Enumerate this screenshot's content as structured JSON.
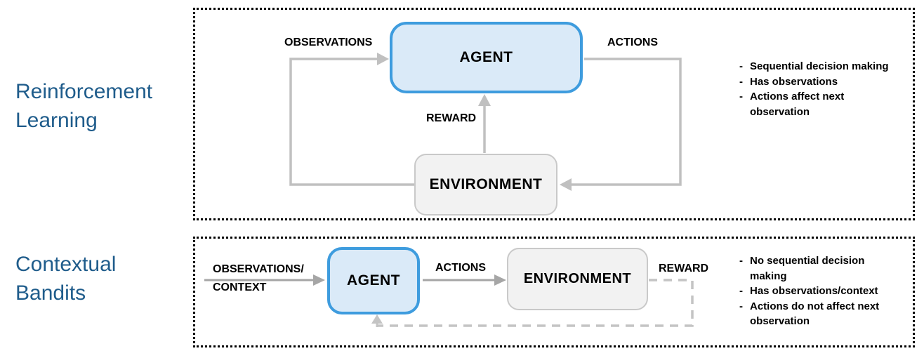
{
  "bullet_marker": "-",
  "rl_section": {
    "title_lines": [
      "Reinforcement",
      "Learning"
    ],
    "diagram": {
      "agent_label": "AGENT",
      "environment_label": "ENVIRONMENT",
      "observations_label": "OBSERVATIONS",
      "actions_label": "ACTIONS",
      "reward_label": "REWARD"
    },
    "notes": [
      "Sequential decision making",
      "Has observations",
      "Actions affect next observation"
    ]
  },
  "cb_section": {
    "title_lines": [
      "Contextual",
      "Bandits"
    ],
    "diagram": {
      "observations_label_lines": [
        "OBSERVATIONS/",
        "CONTEXT"
      ],
      "agent_label": "AGENT",
      "environment_label": "ENVIRONMENT",
      "actions_label": "ACTIONS",
      "reward_label": "REWARD"
    },
    "notes": [
      "No sequential decision making",
      "Has observations/context",
      "Actions do not affect next observation"
    ]
  },
  "colors": {
    "heading_blue": "#1F5C8B",
    "agent_fill": "#DAEAF8",
    "agent_border": "#3E9CDE",
    "environment_fill": "#F2F2F2",
    "environment_border": "#C9C9C9",
    "arrow_gray": "#C0C0C0",
    "arrow_gray_dark": "#A6A6A6",
    "arrow_dashed": "#C4C4C4",
    "text_black": "#000000",
    "canvas_bg": "#FFFFFF"
  }
}
